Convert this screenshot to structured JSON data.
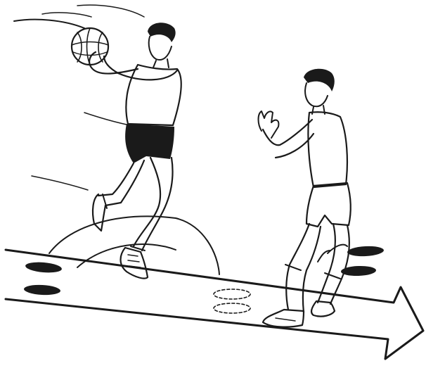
{
  "illustration": {
    "subject": "",
    "colors": {
      "ink": "#1a1a1a",
      "paper": "#ffffff",
      "shorts_dark": "#1a1a1a"
    },
    "elements": [
      "court-arrow",
      "motion-lines",
      "footprint-marks",
      "dashed-footprint",
      "player-with-ball",
      "basketball",
      "defending-player"
    ]
  }
}
